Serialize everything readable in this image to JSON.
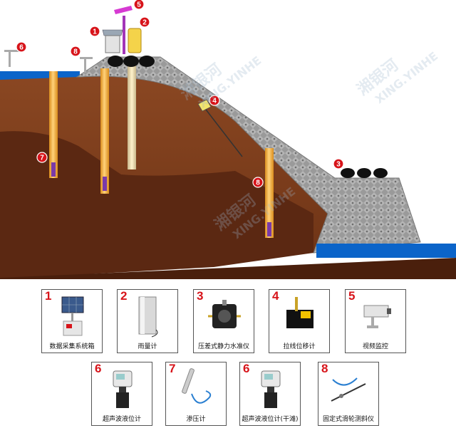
{
  "watermark": {
    "cn": "湘银河",
    "en": "XING.YINHE"
  },
  "markers": [
    {
      "n": "1",
      "color": "#d7141a"
    },
    {
      "n": "2",
      "color": "#d7141a"
    },
    {
      "n": "3",
      "color": "#d7141a"
    },
    {
      "n": "3",
      "color": "#d7141a"
    },
    {
      "n": "4",
      "color": "#d7141a"
    },
    {
      "n": "5",
      "color": "#d7141a"
    },
    {
      "n": "6",
      "color": "#d7141a"
    },
    {
      "n": "7",
      "color": "#d7141a"
    },
    {
      "n": "8",
      "color": "#d7141a"
    },
    {
      "n": "8",
      "color": "#d7141a"
    }
  ],
  "legend": [
    {
      "n": "1",
      "label": "数据采集系统箱",
      "icon": "solar-panel-cabinet-icon"
    },
    {
      "n": "2",
      "label": "雨量计",
      "icon": "rain-gauge-icon"
    },
    {
      "n": "3",
      "label": "压差式静力水准仪",
      "icon": "static-level-icon"
    },
    {
      "n": "4",
      "label": "拉线位移计",
      "icon": "wire-displacement-icon"
    },
    {
      "n": "5",
      "label": "视频监控",
      "icon": "cctv-camera-icon"
    },
    {
      "n": "6",
      "label": "超声波液位计",
      "icon": "ultrasonic-level-icon"
    },
    {
      "n": "7",
      "label": "渗压计",
      "icon": "piezometer-icon"
    },
    {
      "n": "6",
      "label": "超声波液位计(干滩)",
      "icon": "ultrasonic-level-icon"
    },
    {
      "n": "8",
      "label": "固定式滑轮测斜仪",
      "icon": "inclinometer-icon"
    }
  ],
  "colors": {
    "accent": "#d7141a",
    "water": "#0b64c9",
    "soil_light": "#8e4a22",
    "soil_dark": "#5a2610",
    "dam": "#8f8f8f",
    "pipe": "#f2b23c"
  }
}
